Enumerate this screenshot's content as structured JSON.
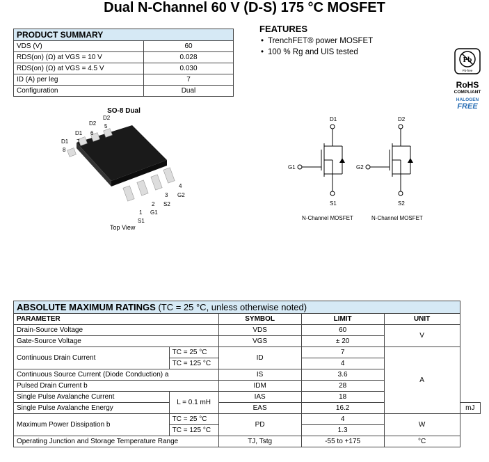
{
  "title": "Dual N-Channel 60 V (D-S) 175 °C MOSFET",
  "product_summary": {
    "heading": "PRODUCT SUMMARY",
    "rows": [
      {
        "label": "VDS (V)",
        "value": "60"
      },
      {
        "label": "RDS(on) (Ω) at VGS = 10 V",
        "value": "0.028"
      },
      {
        "label": "RDS(on) (Ω) at VGS = 4.5 V",
        "value": "0.030"
      },
      {
        "label": "ID (A) per leg",
        "value": "7"
      },
      {
        "label": "Configuration",
        "value": "Dual"
      }
    ]
  },
  "features": {
    "heading": "FEATURES",
    "items": [
      "TrenchFET® power MOSFET",
      "100 % Rg and UIS tested"
    ]
  },
  "badges": {
    "pb_free": "Pb-free",
    "rohs": "RoHS",
    "compliant": "COMPLIANT",
    "halogen": "HALOGEN",
    "free": "FREE"
  },
  "package": {
    "title": "SO-8 Dual",
    "view": "Top View",
    "pins": [
      "D2",
      "5",
      "D2",
      "6",
      "D1",
      "7",
      "D1",
      "8",
      "4",
      "G2",
      "3",
      "S2",
      "2",
      "G1",
      "1",
      "S1"
    ]
  },
  "schematic": {
    "labels": [
      "D1",
      "G1",
      "S1",
      "D2",
      "G2",
      "S2"
    ],
    "captions": [
      "N-Channel MOSFET",
      "N-Channel MOSFET"
    ]
  },
  "abs_max": {
    "heading": "ABSOLUTE MAXIMUM RATINGS",
    "condition": "(TC = 25 °C, unless otherwise noted)",
    "columns": [
      "PARAMETER",
      "SYMBOL",
      "LIMIT",
      "UNIT"
    ],
    "rows": [
      {
        "param": "Drain-Source Voltage",
        "cond": "",
        "symbol": "VDS",
        "limit": "60",
        "unit": "V"
      },
      {
        "param": "Gate-Source Voltage",
        "cond": "",
        "symbol": "VGS",
        "limit": "± 20",
        "unit": ""
      },
      {
        "param": "Continuous Drain Current",
        "cond": "TC = 25 °C",
        "symbol": "ID",
        "limit": "7",
        "unit": ""
      },
      {
        "param": "",
        "cond": "TC = 125 °C",
        "symbol": "",
        "limit": "4",
        "unit": ""
      },
      {
        "param": "Continuous Source Current (Diode Conduction) a",
        "cond": "",
        "symbol": "IS",
        "limit": "3.6",
        "unit": "A"
      },
      {
        "param": "Pulsed Drain Current b",
        "cond": "",
        "symbol": "IDM",
        "limit": "28",
        "unit": ""
      },
      {
        "param": "Single Pulse Avalanche Current",
        "cond": "L = 0.1 mH",
        "symbol": "IAS",
        "limit": "18",
        "unit": ""
      },
      {
        "param": "Single Pulse Avalanche Energy",
        "cond": "",
        "symbol": "EAS",
        "limit": "16.2",
        "unit": "mJ"
      },
      {
        "param": "Maximum Power Dissipation b",
        "cond": "TC = 25 °C",
        "symbol": "PD",
        "limit": "4",
        "unit": "W"
      },
      {
        "param": "",
        "cond": "TC = 125 °C",
        "symbol": "",
        "limit": "1.3",
        "unit": ""
      },
      {
        "param": "Operating Junction and Storage Temperature Range",
        "cond": "",
        "symbol": "TJ, Tstg",
        "limit": "-55 to +175",
        "unit": "°C"
      }
    ]
  }
}
